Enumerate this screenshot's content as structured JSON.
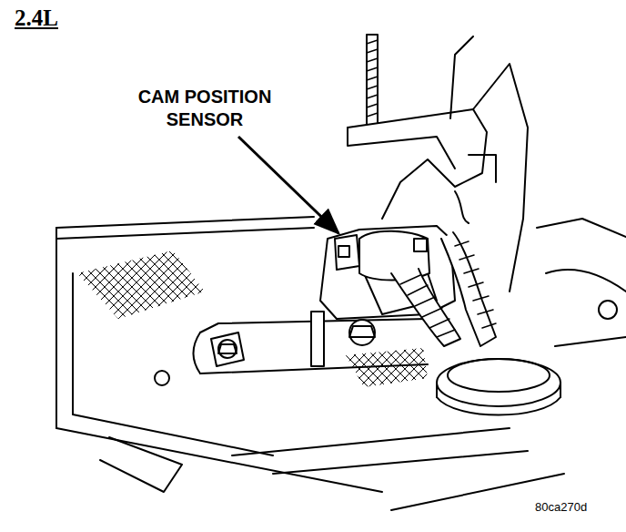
{
  "diagram": {
    "title": "2.4L",
    "labels": [
      "CAM POSITION SENSOR",
      "80ca270d"
    ]
  }
}
